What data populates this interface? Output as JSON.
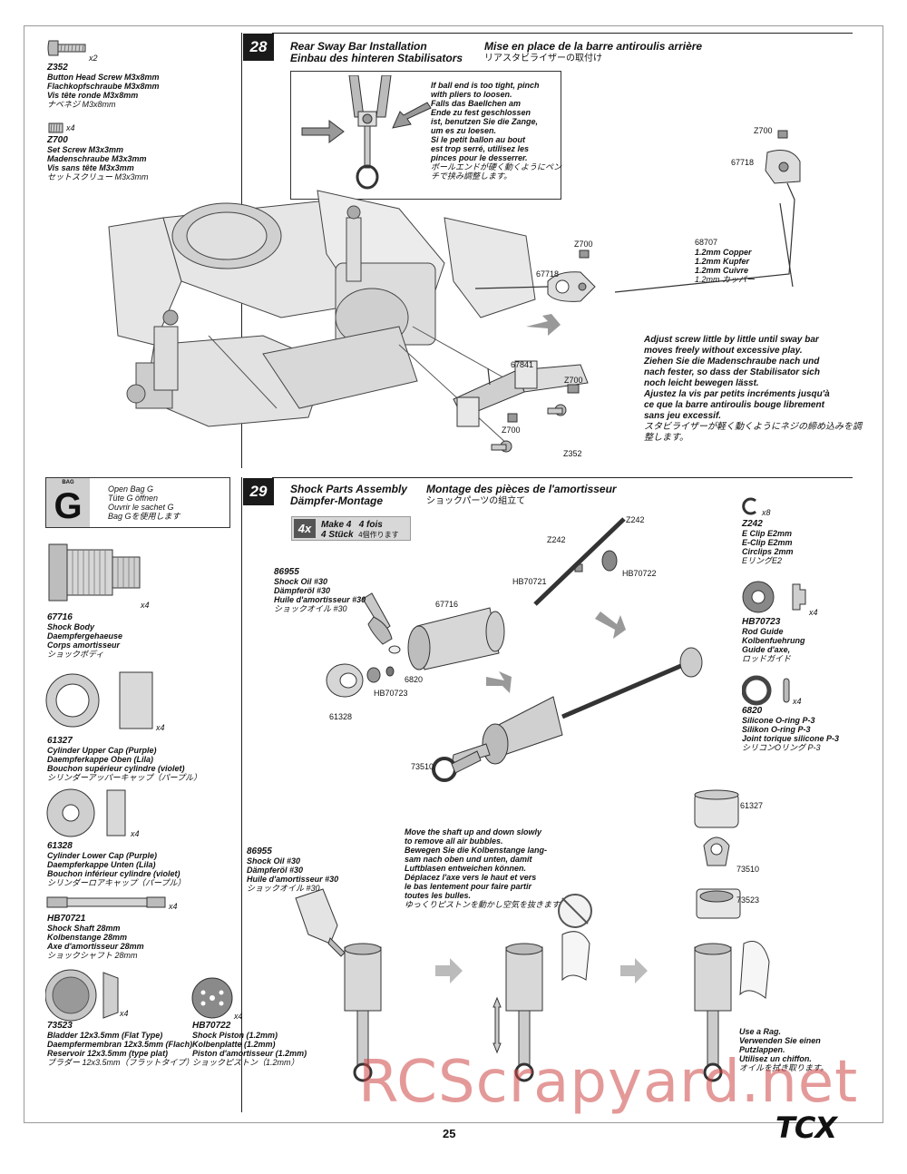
{
  "page_number": "25",
  "brand_logo": "TCX",
  "watermark": "RCScrapyard.net",
  "left_parts_28": [
    {
      "qty": "x2",
      "code": "Z352",
      "lines": [
        "Button Head Screw M3x8mm",
        "Flachkopfschraube M3x8mm",
        "Vis tête ronde M3x8mm",
        "ナベネジ M3x8mm"
      ]
    },
    {
      "qty": "x4",
      "code": "Z700",
      "lines": [
        "Set Screw M3x3mm",
        "Madenschraube M3x3mm",
        "Vis sans tête M3x3mm",
        "セットスクリュー M3x3mm"
      ]
    }
  ],
  "step28": {
    "number": "28",
    "title_en": "Rear Sway Bar Installation",
    "title_de": "Einbau des hinteren Stabilisators",
    "title_fr": "Mise en place de la barre antiroulis arrière",
    "title_jp": "リアスタビライザーの取付け",
    "callout": [
      "If ball end is too tight, pinch",
      "with pliers to loosen.",
      "Falls das Baellchen am",
      "Ende zu fest geschlossen",
      "ist, benutzen Sie die Zange,",
      "um es zu loesen.",
      "Si le petit ballon au bout",
      "est trop serré, utilisez les",
      "pinces pour le desserrer.",
      "ボールエンドが硬く動くようにペン",
      "チで挟み調整します。"
    ],
    "labels": {
      "z700_a": "Z700",
      "p67718_a": "67718",
      "z700_b": "Z700",
      "p67718_b": "67718",
      "p68707": "68707",
      "p67841": "67841",
      "z700_c": "Z700",
      "z700_d": "Z700",
      "z352": "Z352"
    },
    "wire": [
      "1.2mm Copper",
      "1.2mm Kupfer",
      "1.2mm Cuivre",
      "1.2mm カッパー"
    ],
    "note": [
      "Adjust screw little by little until sway bar",
      "moves freely without excessive play.",
      "Ziehen Sie die Madenschraube nach und",
      "nach fester, so dass der Stabilisator sich",
      "noch leicht bewegen lässt.",
      "Ajustez la vis par petits incréments jusqu'à",
      "ce que la barre antiroulis bouge librement",
      "sans jeu excessif.",
      "スタビライザーが軽く動くようにネジの締め込みを調",
      "整します。"
    ]
  },
  "bag": {
    "label": "BAG",
    "letter": "G",
    "lines": [
      "Open Bag G",
      "Tüte G öffnen",
      "Ouvrir le sachet G",
      "Bag Gを使用します"
    ]
  },
  "left_parts_29": [
    {
      "qty": "x4",
      "code": "67716",
      "lines": [
        "Shock Body",
        "Daempfergehaeuse",
        "Corps amortisseur",
        "ショックボディ"
      ]
    },
    {
      "qty": "x4",
      "code": "61327",
      "lines": [
        "Cylinder Upper Cap (Purple)",
        "Daempferkappe Oben (Lila)",
        "Bouchon supérieur cylindre (violet)",
        "シリンダーアッパーキャップ（パープル）"
      ]
    },
    {
      "qty": "x4",
      "code": "61328",
      "lines": [
        "Cylinder Lower Cap (Purple)",
        "Daempferkappe Unten (Lila)",
        "Bouchon inférieur cylindre (violet)",
        "シリンダーロアキャップ（パープル）"
      ]
    },
    {
      "qty": "x4",
      "code": "HB70721",
      "lines": [
        "Shock Shaft 28mm",
        "Kolbenstange 28mm",
        "Axe d'amortisseur 28mm",
        "ショックシャフト 28mm"
      ]
    },
    {
      "qty": "x4",
      "code": "73523",
      "lines": [
        "Bladder 12x3.5mm (Flat Type)",
        "Daempfermembran 12x3.5mm (Flach)",
        "Reservoir 12x3.5mm (type plat)",
        "ブラダー 12x3.5mm（フラットタイプ）"
      ]
    },
    {
      "qty": "x4",
      "code": "HB70722",
      "lines": [
        "Shock Piston (1.2mm)",
        "Kolbenplatte (1.2mm)",
        "Piston d'amortisseur (1.2mm)",
        "ショックピストン（1.2mm）"
      ]
    }
  ],
  "right_parts_29": [
    {
      "qty": "x8",
      "code": "Z242",
      "lines": [
        "E Clip E2mm",
        "E-Clip E2mm",
        "Circlips 2mm",
        "EリングE2"
      ]
    },
    {
      "qty": "x4",
      "code": "HB70723",
      "lines": [
        "Rod Guide",
        "Kolbenfuehrung",
        "Guide d'axe,",
        "ロッドガイド"
      ]
    },
    {
      "qty": "x4",
      "code": "6820",
      "lines": [
        "Silicone O-ring P-3",
        "Silikon O-ring P-3",
        "Joint torique silicone P-3",
        "シリコンOリング P-3"
      ]
    }
  ],
  "step29": {
    "number": "29",
    "title_en": "Shock Parts Assembly",
    "title_de": "Dämpfer-Montage",
    "title_fr": "Montage des pièces de l'amortisseur",
    "title_jp": "ショックパーツの組立て",
    "make_count": "4x",
    "make_en": "Make 4",
    "make_fr": "4 fois",
    "make_de": "4 Stück",
    "make_jp": "4個作ります",
    "oil_upper": [
      "86955",
      "Shock Oil #30",
      "Dämpferöl #30",
      "Huile d'amortisseur #30",
      "ショックオイル #30"
    ],
    "oil_lower": [
      "86955",
      "Shock Oil #30",
      "Dämpferöl #30",
      "Huile d'amortisseur #30",
      "ショックオイル #30"
    ],
    "labels": {
      "z242_a": "Z242",
      "z242_b": "Z242",
      "hb70721": "HB70721",
      "hb70722": "HB70722",
      "p67716": "67716",
      "p6820": "6820",
      "hb70723": "HB70723",
      "p61328": "61328",
      "p73510": "73510",
      "p61327": "61327",
      "p73510_b": "73510",
      "p73523": "73523"
    },
    "bubbles_note": [
      "Move the shaft up and down slowly",
      "to remove all air bubbles.",
      "Bewegen Sie die Kolbenstange lang-",
      "sam nach oben und unten, damit",
      "Luftblasen entweichen können.",
      "Déplacez l'axe vers le haut et vers",
      "le bas lentement pour faire partir",
      "toutes les bulles.",
      "ゆっくりピストンを動かし空気を抜きます。"
    ],
    "rag_note": [
      "Use a Rag.",
      "Verwenden Sie einen",
      "Putzlappen.",
      "Utilisez un chiffon.",
      "オイルを拭き取ります。"
    ]
  }
}
